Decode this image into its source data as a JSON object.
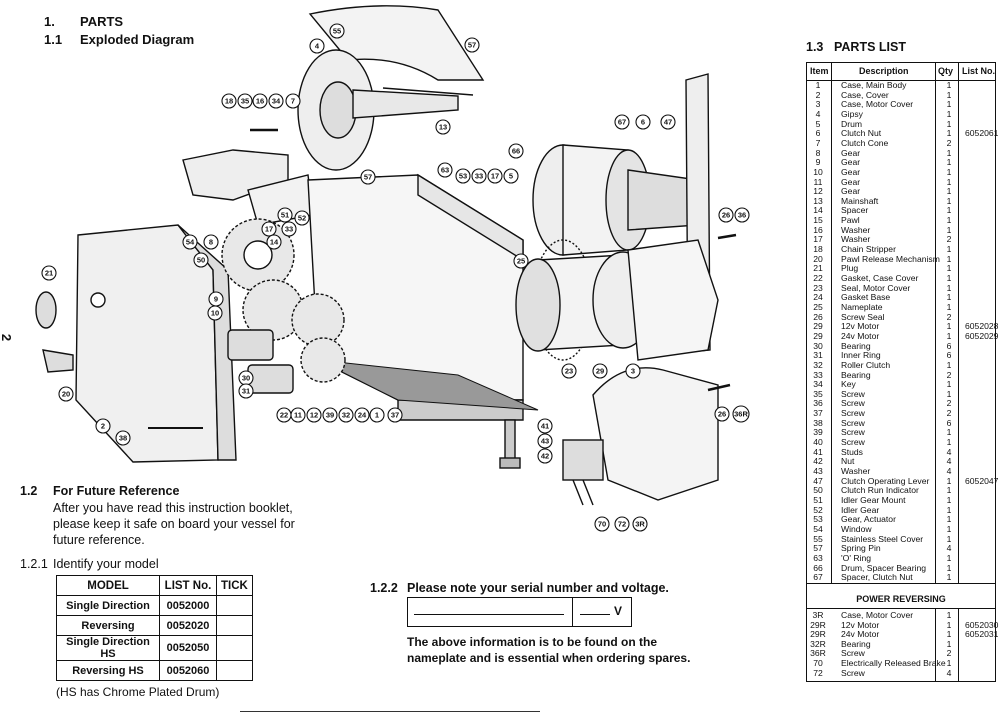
{
  "page_number": "2",
  "section": {
    "number": "1.",
    "title": "PARTS"
  },
  "sub_diagram": {
    "number": "1.1",
    "title": "Exploded Diagram"
  },
  "future": {
    "number": "1.2",
    "title": "For Future Reference",
    "lines": [
      "After you have read this instruction booklet,",
      "please keep it safe on board your vessel for",
      "future reference."
    ]
  },
  "identify": {
    "number": "1.2.1",
    "title": "Identify your model",
    "headers": [
      "MODEL",
      "LIST No.",
      "TICK"
    ],
    "rows": [
      [
        "Single Direction",
        "0052000",
        ""
      ],
      [
        "Reversing",
        "0052020",
        ""
      ],
      [
        "Single Direction HS",
        "0052050",
        ""
      ],
      [
        "Reversing HS",
        "0052060",
        ""
      ]
    ],
    "note": "(HS has Chrome Plated Drum)"
  },
  "serial": {
    "number": "1.2.2",
    "title": "Please note your serial number and voltage.",
    "unit": "V",
    "lines": [
      "The above information is to be found on the",
      "nameplate and is essential when ordering spares."
    ]
  },
  "parts_list": {
    "number": "1.3",
    "title": "PARTS LIST",
    "headers": [
      "Item",
      "Description",
      "Qty",
      "List No."
    ],
    "rows": [
      [
        "1",
        "Case, Main Body",
        "1",
        ""
      ],
      [
        "2",
        "Case, Cover",
        "1",
        ""
      ],
      [
        "3",
        "Case, Motor Cover",
        "1",
        ""
      ],
      [
        "4",
        "Gipsy",
        "1",
        ""
      ],
      [
        "5",
        "Drum",
        "1",
        ""
      ],
      [
        "6",
        "Clutch Nut",
        "1",
        "6052061"
      ],
      [
        "7",
        "Clutch Cone",
        "2",
        ""
      ],
      [
        "8",
        "Gear",
        "1",
        ""
      ],
      [
        "9",
        "Gear",
        "1",
        ""
      ],
      [
        "10",
        "Gear",
        "1",
        ""
      ],
      [
        "11",
        "Gear",
        "1",
        ""
      ],
      [
        "12",
        "Gear",
        "1",
        ""
      ],
      [
        "13",
        "Mainshaft",
        "1",
        ""
      ],
      [
        "14",
        "Spacer",
        "1",
        ""
      ],
      [
        "15",
        "Pawl",
        "1",
        ""
      ],
      [
        "16",
        "Washer",
        "1",
        ""
      ],
      [
        "17",
        "Washer",
        "2",
        ""
      ],
      [
        "18",
        "Chain Stripper",
        "1",
        ""
      ],
      [
        "20",
        "Pawl Release Mechanism",
        "1",
        ""
      ],
      [
        "21",
        "Plug",
        "1",
        ""
      ],
      [
        "22",
        "Gasket, Case Cover",
        "1",
        ""
      ],
      [
        "23",
        "Seal, Motor Cover",
        "1",
        ""
      ],
      [
        "24",
        "Gasket Base",
        "1",
        ""
      ],
      [
        "25",
        "Nameplate",
        "1",
        ""
      ],
      [
        "26",
        "Screw Seal",
        "2",
        ""
      ],
      [
        "29",
        "12v Motor",
        "1",
        "6052028"
      ],
      [
        "29",
        "24v Motor",
        "1",
        "6052029"
      ],
      [
        "30",
        "Bearing",
        "6",
        ""
      ],
      [
        "31",
        "Inner Ring",
        "6",
        ""
      ],
      [
        "32",
        "Roller Clutch",
        "1",
        ""
      ],
      [
        "33",
        "Bearing",
        "2",
        ""
      ],
      [
        "34",
        "Key",
        "1",
        ""
      ],
      [
        "35",
        "Screw",
        "1",
        ""
      ],
      [
        "36",
        "Screw",
        "2",
        ""
      ],
      [
        "37",
        "Screw",
        "2",
        ""
      ],
      [
        "38",
        "Screw",
        "6",
        ""
      ],
      [
        "39",
        "Screw",
        "1",
        ""
      ],
      [
        "40",
        "Screw",
        "1",
        ""
      ],
      [
        "41",
        "Studs",
        "4",
        ""
      ],
      [
        "42",
        "Nut",
        "4",
        ""
      ],
      [
        "43",
        "Washer",
        "4",
        ""
      ],
      [
        "47",
        "Clutch Operating Lever",
        "1",
        "6052047"
      ],
      [
        "50",
        "Clutch Run Indicator",
        "1",
        ""
      ],
      [
        "51",
        "Idler Gear Mount",
        "1",
        ""
      ],
      [
        "52",
        "Idler Gear",
        "1",
        ""
      ],
      [
        "53",
        "Gear, Actuator",
        "1",
        ""
      ],
      [
        "54",
        "Window",
        "1",
        ""
      ],
      [
        "55",
        "Stainless Steel Cover",
        "1",
        ""
      ],
      [
        "57",
        "Spring Pin",
        "4",
        ""
      ],
      [
        "63",
        "'O' Ring",
        "1",
        ""
      ],
      [
        "66",
        "Drum, Spacer Bearing",
        "1",
        ""
      ],
      [
        "67",
        "Spacer, Clutch Nut",
        "1",
        ""
      ]
    ],
    "power_title": "POWER REVERSING",
    "power_rows": [
      [
        "3R",
        "Case, Motor Cover",
        "1",
        ""
      ],
      [
        "29R",
        "12v Motor",
        "1",
        "6052030"
      ],
      [
        "29R",
        "24v Motor",
        "1",
        "6052031"
      ],
      [
        "32R",
        "Bearing",
        "1",
        ""
      ],
      [
        "36R",
        "Screw",
        "2",
        ""
      ],
      [
        "70",
        "Electrically Released Brake",
        "1",
        ""
      ],
      [
        "72",
        "Screw",
        "4",
        ""
      ]
    ]
  },
  "callouts": [
    "55",
    "57",
    "4",
    "18",
    "35",
    "16",
    "34",
    "7",
    "13",
    "57",
    "67",
    "6",
    "47",
    "63",
    "53",
    "33",
    "17",
    "5",
    "66",
    "26",
    "36",
    "21",
    "54",
    "8",
    "17",
    "51",
    "52",
    "14",
    "33",
    "50",
    "9",
    "10",
    "25",
    "30",
    "31",
    "20",
    "2",
    "38",
    "22",
    "11",
    "12",
    "39",
    "32",
    "24",
    "1",
    "37",
    "23",
    "29",
    "3",
    "41",
    "43",
    "42",
    "26",
    "36R",
    "70",
    "72",
    "3R"
  ]
}
